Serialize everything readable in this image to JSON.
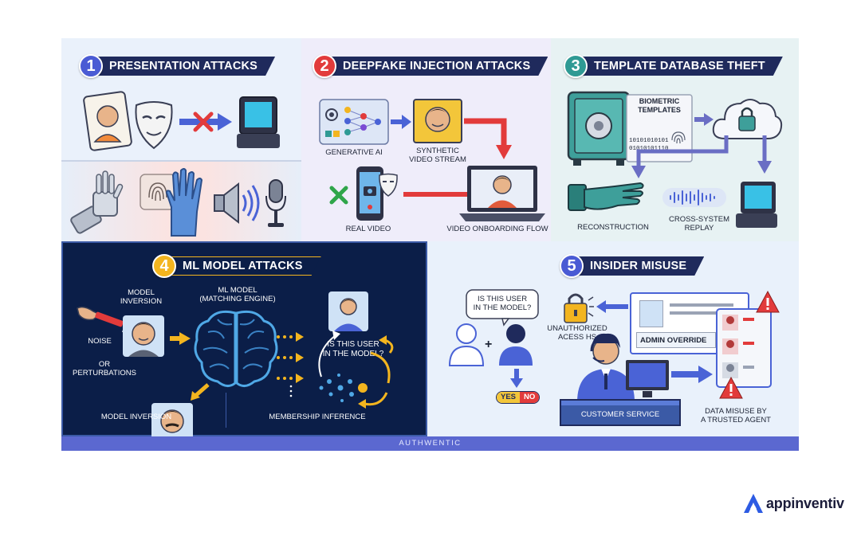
{
  "panels": {
    "p1": {
      "number": "1",
      "title": "PRESENTATION ATTACKS"
    },
    "p2": {
      "number": "2",
      "title": "DEEPFAKE INJECTION ATTACKS",
      "generative_ai": "GENERATIVE AI",
      "synthetic_stream_1": "SYNTHETIC",
      "synthetic_stream_2": "VIDEO STREAM",
      "real_video": "REAL VIDEO",
      "onboarding_flow": "VIDEO ONBOARDING FLOW"
    },
    "p3": {
      "number": "3",
      "title": "TEMPLATE DATABASE THEFT",
      "biometric_1": "BIOMETRIC",
      "biometric_2": "TEMPLATES",
      "binary_1": "10101010101",
      "binary_2": "01010101110",
      "reconstruction": "RECONSTRUCTION",
      "replay_1": "CROSS-SYSTEM",
      "replay_2": "REPLAY"
    },
    "p4": {
      "number": "4",
      "title": "ML MODEL ATTACKS",
      "model_inversion_top_1": "MODEL",
      "model_inversion_top_2": "INVERSION",
      "noise": "NOISE",
      "or_1": "OR",
      "or_2": "PERTURBATIONS",
      "model_inversion_bottom": "MODEL INVERSION",
      "ml_model_1": "ML MODEL",
      "ml_model_2": "(MATCHING ENGINE)",
      "question_1": "IS THIS USER",
      "question_2": "IN THE MODEL?",
      "membership_inference": "MEMBERSHIP INFERENCE"
    },
    "p5": {
      "number": "5",
      "title": "INSIDER MISUSE",
      "question_1": "IS THIS USER",
      "question_2": "IN THE MODEL?",
      "unauthorized_1": "UNAUTHORIZED",
      "unauthorized_2": "ACESS HS",
      "admin_override": "ADMIN OVERRIDE",
      "yes": "YES",
      "no": "NO",
      "customer_service": "CUSTOMER SERVICE",
      "data_misuse_1": "DATA MISUSE BY",
      "data_misuse_2": "A TRUSTED AGENT"
    }
  },
  "footer": {
    "text": "AUTHWENTIC"
  },
  "brand": {
    "name": "appinventiv"
  },
  "colors": {
    "badge_1": "#4a5bd4",
    "badge_2": "#e23b3b",
    "badge_3": "#2f9a94",
    "badge_4": "#f3b51f",
    "badge_5": "#4a5bd4",
    "banner": "#1f2a5c",
    "arrow_blue": "#4a63d6",
    "arrow_red": "#e23b3b",
    "accent_yellow": "#f3b51f"
  },
  "icons": [
    "id-card-icon",
    "mask-icon",
    "blocked-x-icon",
    "biometric-scanner-icon",
    "robot-hand-icon",
    "fingerprint-icon",
    "glove-hand-icon",
    "speaker-icon",
    "microphone-icon",
    "neural-network-icon",
    "synthetic-face-icon",
    "phone-icon",
    "laptop-icon",
    "vault-icon",
    "cloud-lock-icon",
    "severed-hand-icon",
    "waveform-icon",
    "pen-icon",
    "face-icon",
    "brain-icon",
    "user-icon",
    "lock-icon",
    "warning-icon",
    "agent-icon",
    "appinventiv-logo-icon"
  ]
}
